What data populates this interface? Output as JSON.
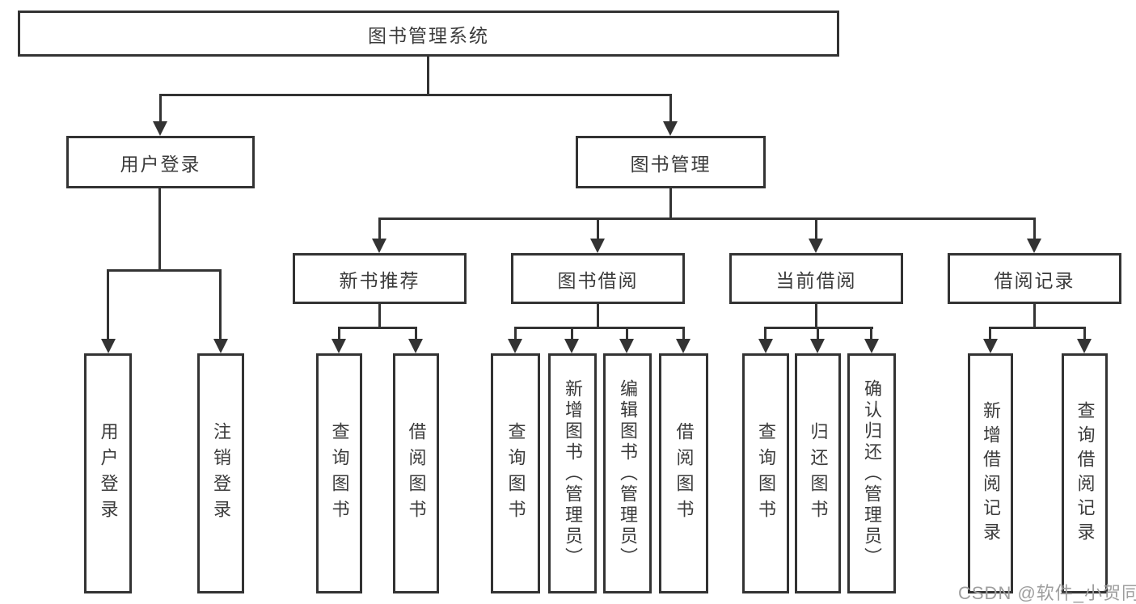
{
  "diagram_title": "图书管理系统",
  "nodes": {
    "root": "图书管理系统",
    "user_login": "用户登录",
    "book_mgmt": "图书管理",
    "new_book_rec": "新书推荐",
    "book_borrow": "图书借阅",
    "current_borrow": "当前借阅",
    "borrow_records": "借阅记录",
    "leaf_user_login": "用户登录",
    "leaf_logout": "注销登录",
    "leaf_query_book_1": "查询图书",
    "leaf_borrow_book_1": "借阅图书",
    "leaf_query_book_2": "查询图书",
    "leaf_add_book": "新增图书（管理员）",
    "leaf_edit_book": "编辑图书（管理员）",
    "leaf_borrow_book_2": "借阅图书",
    "leaf_query_book_3": "查询图书",
    "leaf_return_book": "归还图书",
    "leaf_confirm_return": "确认归还（管理员）",
    "leaf_add_record": "新增借阅记录",
    "leaf_query_record": "查询借阅记录"
  },
  "tree": {
    "label": "图书管理系统",
    "children": [
      {
        "label": "用户登录",
        "children": [
          {
            "label": "用户登录"
          },
          {
            "label": "注销登录"
          }
        ]
      },
      {
        "label": "图书管理",
        "children": [
          {
            "label": "新书推荐",
            "children": [
              {
                "label": "查询图书"
              },
              {
                "label": "借阅图书"
              }
            ]
          },
          {
            "label": "图书借阅",
            "children": [
              {
                "label": "查询图书"
              },
              {
                "label": "新增图书（管理员）"
              },
              {
                "label": "编辑图书（管理员）"
              },
              {
                "label": "借阅图书"
              }
            ]
          },
          {
            "label": "当前借阅",
            "children": [
              {
                "label": "查询图书"
              },
              {
                "label": "归还图书"
              },
              {
                "label": "确认归还（管理员）"
              }
            ]
          },
          {
            "label": "借阅记录",
            "children": [
              {
                "label": "新增借阅记录"
              },
              {
                "label": "查询借阅记录"
              }
            ]
          }
        ]
      }
    ]
  },
  "watermark": {
    "text": "CSDN @软件_小贺同学"
  },
  "colors": {
    "line": "#333333",
    "text": "#3b3b3b",
    "watermark": "#9e9e9e",
    "background": "#ffffff"
  }
}
